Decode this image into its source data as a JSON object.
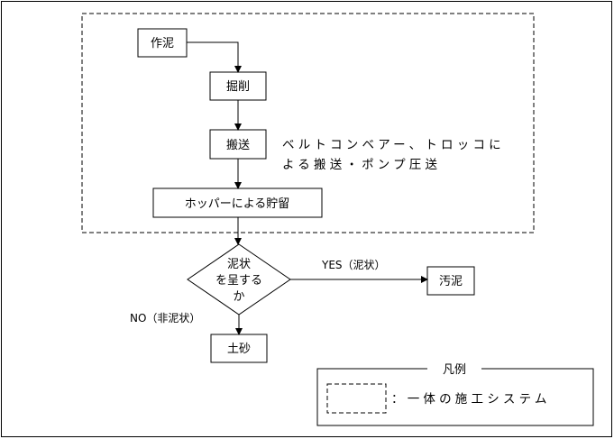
{
  "nodes": {
    "sakudei": "作泥",
    "kussaku": "掘削",
    "hansou": "搬送",
    "hopper": "ホッパーによる貯留",
    "decision_line1": "泥状",
    "decision_line2": "を呈する",
    "decision_line3": "か",
    "odei": "汚泥",
    "dosha": "土砂"
  },
  "edges": {
    "yes_label": "YES（泥状）",
    "no_label": "NO（非泥状）"
  },
  "note": {
    "line1": "ベルトコンベアー、トロッコに",
    "line2": "よる搬送・ポンプ圧送"
  },
  "legend": {
    "title": "凡例",
    "item_label": "：一体の施工システム"
  }
}
